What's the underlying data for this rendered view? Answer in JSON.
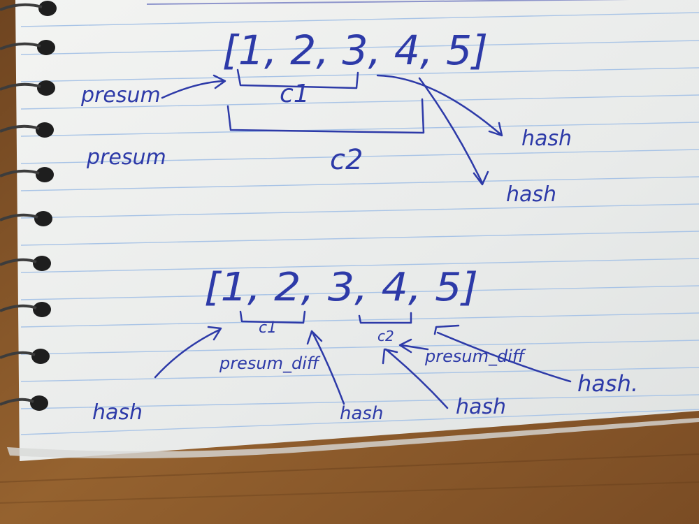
{
  "colors": {
    "table": "#8a5a2c",
    "paper": "#eef0ee",
    "rule_line": "#a9c4e6",
    "ink": "#2d3aa8",
    "spiral": "#2a2a2a"
  },
  "top": {
    "array": "[1, 2, 3, 4, 5]",
    "c1": "c1",
    "c2": "c2",
    "left_label_1": "presum",
    "left_label_2": "presum",
    "right_label_1": "hash",
    "right_label_2": "hash"
  },
  "bottom": {
    "array": "[1, 2, 3, 4, 5]",
    "c1": "c1",
    "c2": "c2",
    "presum_diff_left": "presum_diff",
    "presum_diff_right": "presum_diff",
    "hash_a": "hash",
    "hash_b": "hash",
    "hash_c": "hash",
    "hash_d": "hash."
  }
}
